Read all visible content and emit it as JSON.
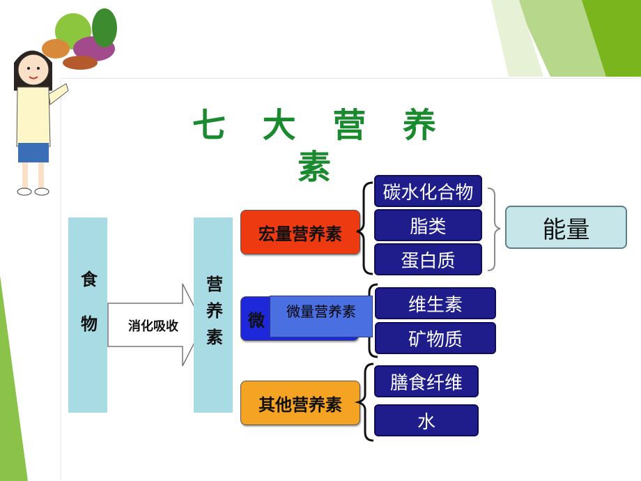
{
  "title": "七 大 营 养 素",
  "food_label": "食物",
  "process_label": "消化吸收",
  "nutrient_label": "营养素",
  "categories": [
    {
      "label": "宏量营养素",
      "color": "#ee3a10"
    },
    {
      "label": "微",
      "color": "#1e28d8"
    },
    {
      "label": "其他营养素",
      "color": "#f5a323"
    }
  ],
  "items": {
    "macro": [
      "碳水化合物",
      "脂类",
      "蛋白质"
    ],
    "micro": [
      "维生素",
      "矿物质"
    ],
    "other": [
      "膳食纤维",
      "水"
    ]
  },
  "energy_label": "能量",
  "overlay_label": "微量营养素",
  "colors": {
    "accent_green": "#7ab51d",
    "title_green": "#1a8a2e",
    "item_blue": "#1f1d8c",
    "light_blue": "#a9dbe5"
  },
  "icons": [
    "girl-illustration",
    "vegetables-illustration"
  ]
}
